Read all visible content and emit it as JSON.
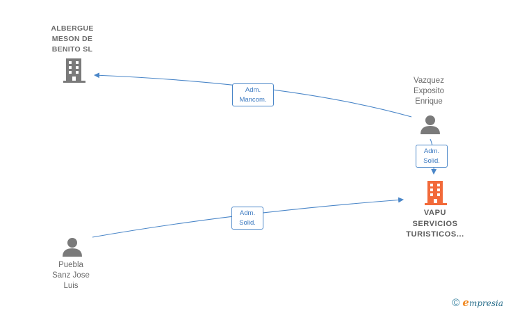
{
  "nodes": {
    "albergue": {
      "label_lines": [
        "ALBERGUE",
        "MESON DE",
        "BENITO SL"
      ],
      "icon": "building-icon"
    },
    "vazquez": {
      "label_lines": [
        "Vazquez",
        "Exposito",
        "Enrique"
      ],
      "icon": "person-icon"
    },
    "vapu": {
      "label_lines": [
        "VAPU",
        "SERVICIOS",
        "TURISTICOS..."
      ],
      "icon": "building-icon"
    },
    "puebla": {
      "label_lines": [
        "Puebla",
        "Sanz Jose",
        "Luis"
      ],
      "icon": "person-icon"
    }
  },
  "edges": {
    "mancom": {
      "label_lines": [
        "Adm.",
        "Mancom."
      ]
    },
    "solid_vazquez": {
      "label_lines": [
        "Adm.",
        "Solid."
      ]
    },
    "solid_puebla": {
      "label_lines": [
        "Adm.",
        "Solid."
      ]
    }
  },
  "colors": {
    "edge": "#4a86c8",
    "building_gray": "#7a7a7a",
    "building_main": "#f26a3a",
    "person_gray": "#7a7a7a"
  },
  "footer": {
    "copyright_symbol": "©",
    "brand_initial": "e",
    "brand_rest": "mpresia"
  }
}
